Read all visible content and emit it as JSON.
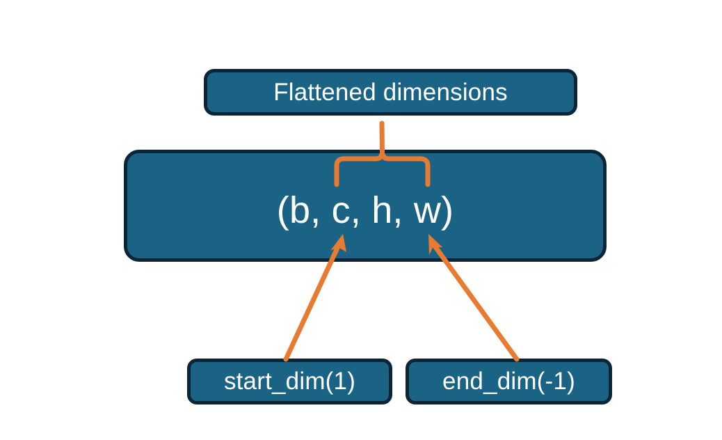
{
  "diagram": {
    "title_node": {
      "label": "Flattened dimensions"
    },
    "shape_node": {
      "label": "(b, c, h, w)"
    },
    "start_node": {
      "label": "start_dim(1)"
    },
    "end_node": {
      "label": "end_dim(-1)"
    },
    "colors": {
      "node_fill": "#1b6384",
      "node_border": "#0b2436",
      "node_text": "#ffffff",
      "connector": "#e87b32",
      "background": "#ffffff"
    },
    "connectors": {
      "brace": "curly-brace-up",
      "start_arrow": "arrow-up-right",
      "end_arrow": "arrow-up-left"
    }
  }
}
